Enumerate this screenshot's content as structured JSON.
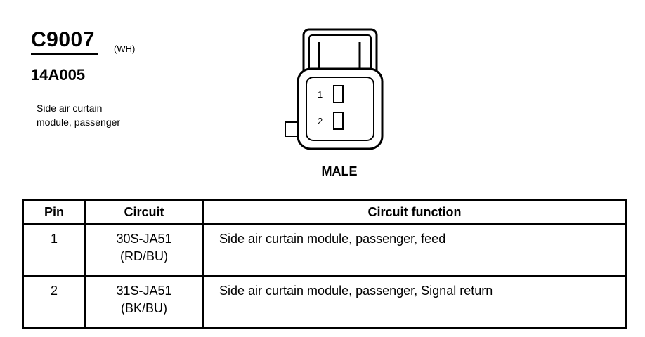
{
  "header": {
    "connector_id": "C9007",
    "color_code": "(WH)",
    "part_number": "14A005",
    "description_line1": "Side air curtain",
    "description_line2": "module, passenger"
  },
  "connector": {
    "gender": "MALE",
    "pin_labels": [
      "1",
      "2"
    ]
  },
  "table": {
    "headers": [
      "Pin",
      "Circuit",
      "Circuit function"
    ],
    "rows": [
      {
        "pin": "1",
        "circuit": "30S-JA51",
        "wire_color": "(RD/BU)",
        "function": "Side air curtain module, passenger, feed"
      },
      {
        "pin": "2",
        "circuit": "31S-JA51",
        "wire_color": "(BK/BU)",
        "function": "Side air curtain module, passenger, Signal return"
      }
    ]
  }
}
